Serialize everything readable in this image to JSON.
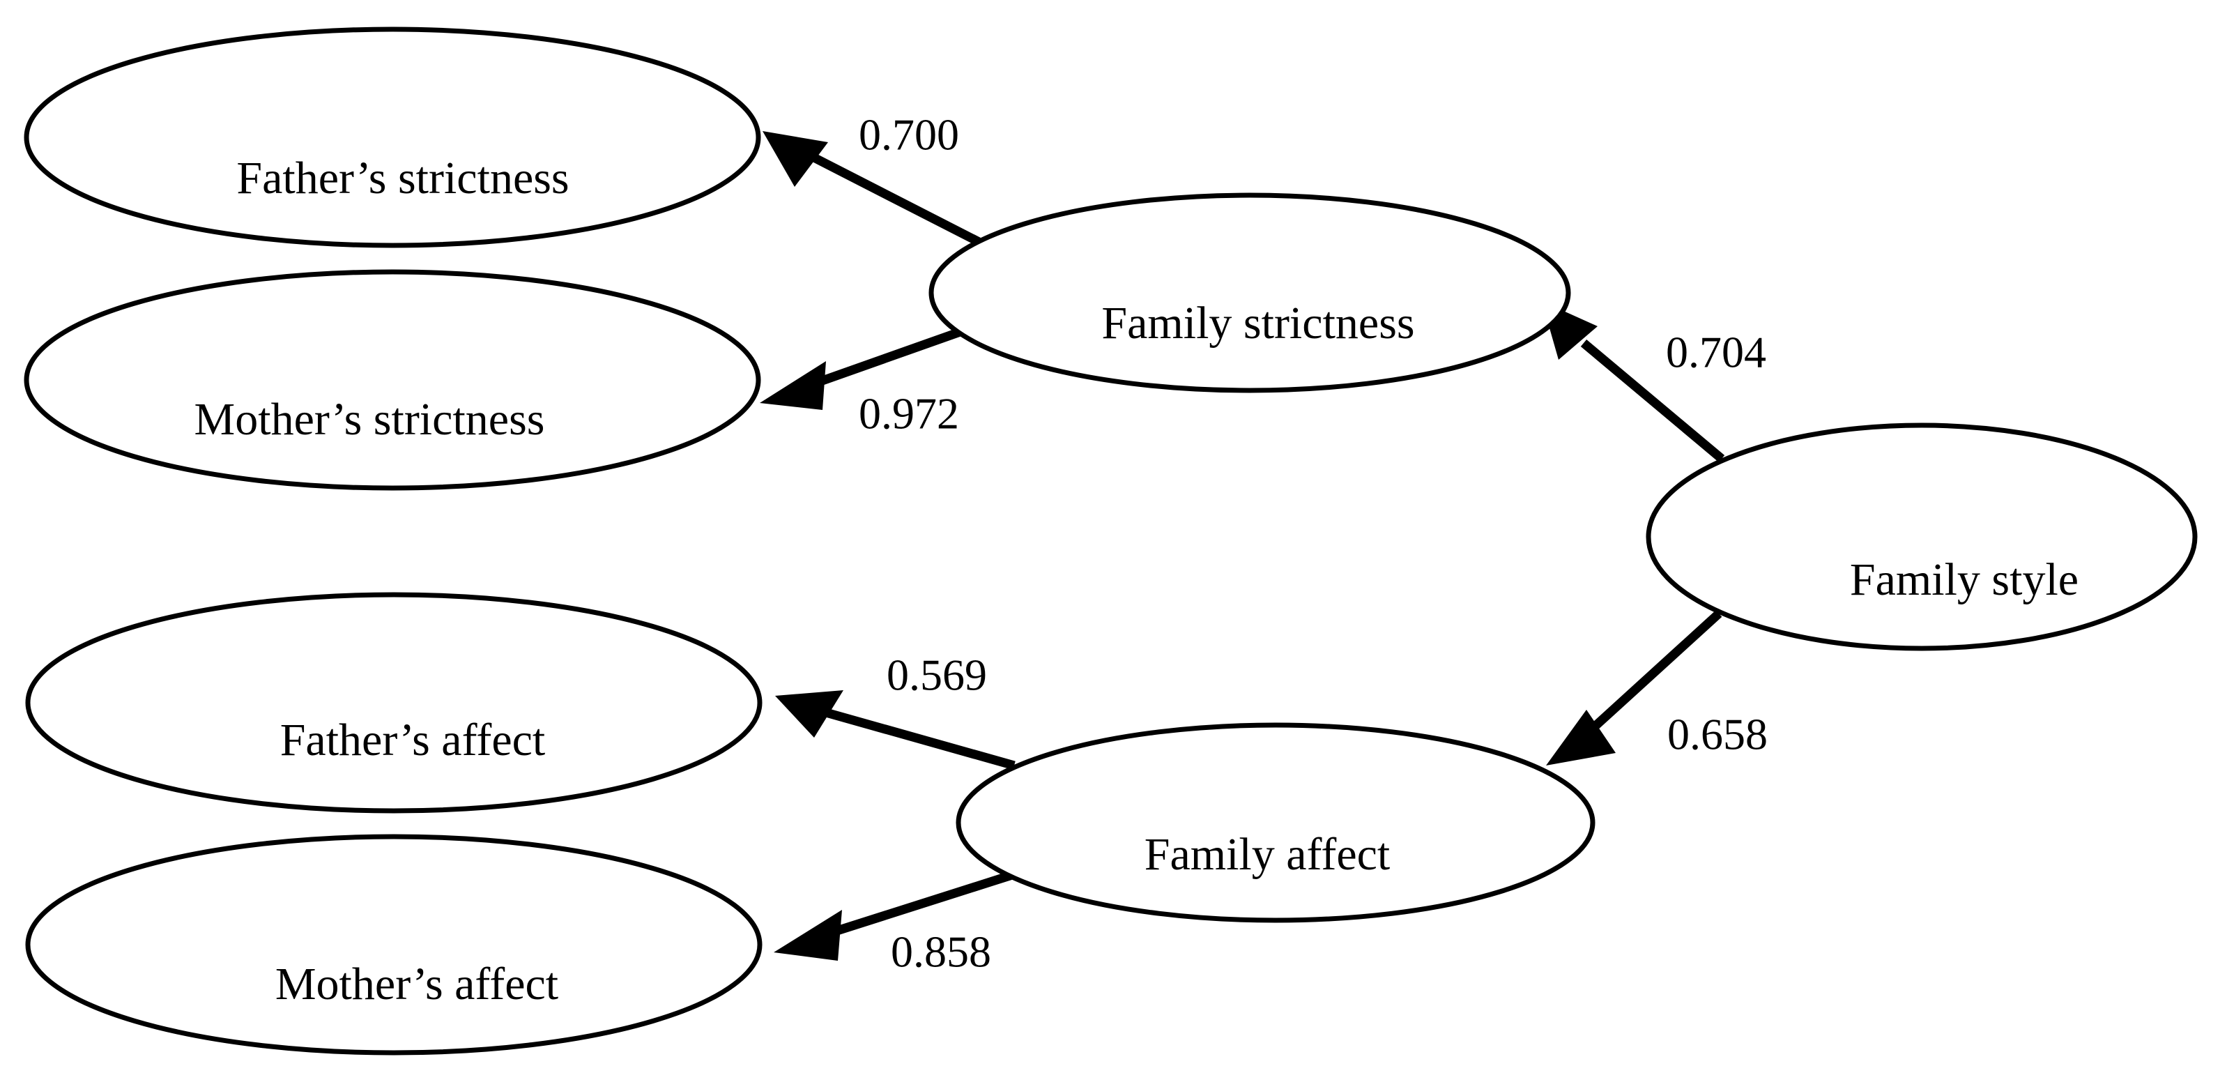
{
  "diagram": {
    "type": "sem-path-diagram",
    "background_color": "#ffffff",
    "stroke_color": "#000000",
    "nodes": [
      {
        "id": "father_strictness",
        "label": "Father’s strictness",
        "role": "observed-indicator"
      },
      {
        "id": "mother_strictness",
        "label": "Mother’s strictness",
        "role": "observed-indicator"
      },
      {
        "id": "father_affect",
        "label": "Father’s affect",
        "role": "observed-indicator"
      },
      {
        "id": "mother_affect",
        "label": "Mother’s affect",
        "role": "observed-indicator"
      },
      {
        "id": "family_strictness",
        "label": "Family strictness",
        "role": "latent-factor"
      },
      {
        "id": "family_affect",
        "label": "Family affect",
        "role": "latent-factor"
      },
      {
        "id": "family_style",
        "label": "Family style",
        "role": "latent-factor"
      }
    ],
    "edges": [
      {
        "id": "e1",
        "from": "family_strictness",
        "to": "father_strictness",
        "value": "0.700"
      },
      {
        "id": "e2",
        "from": "family_strictness",
        "to": "mother_strictness",
        "value": "0.972"
      },
      {
        "id": "e3",
        "from": "family_style",
        "to": "family_strictness",
        "value": "0.704"
      },
      {
        "id": "e4",
        "from": "family_style",
        "to": "family_affect",
        "value": "0.658"
      },
      {
        "id": "e5",
        "from": "family_affect",
        "to": "father_affect",
        "value": "0.569"
      },
      {
        "id": "e6",
        "from": "family_affect",
        "to": "mother_affect",
        "value": "0.858"
      }
    ]
  }
}
